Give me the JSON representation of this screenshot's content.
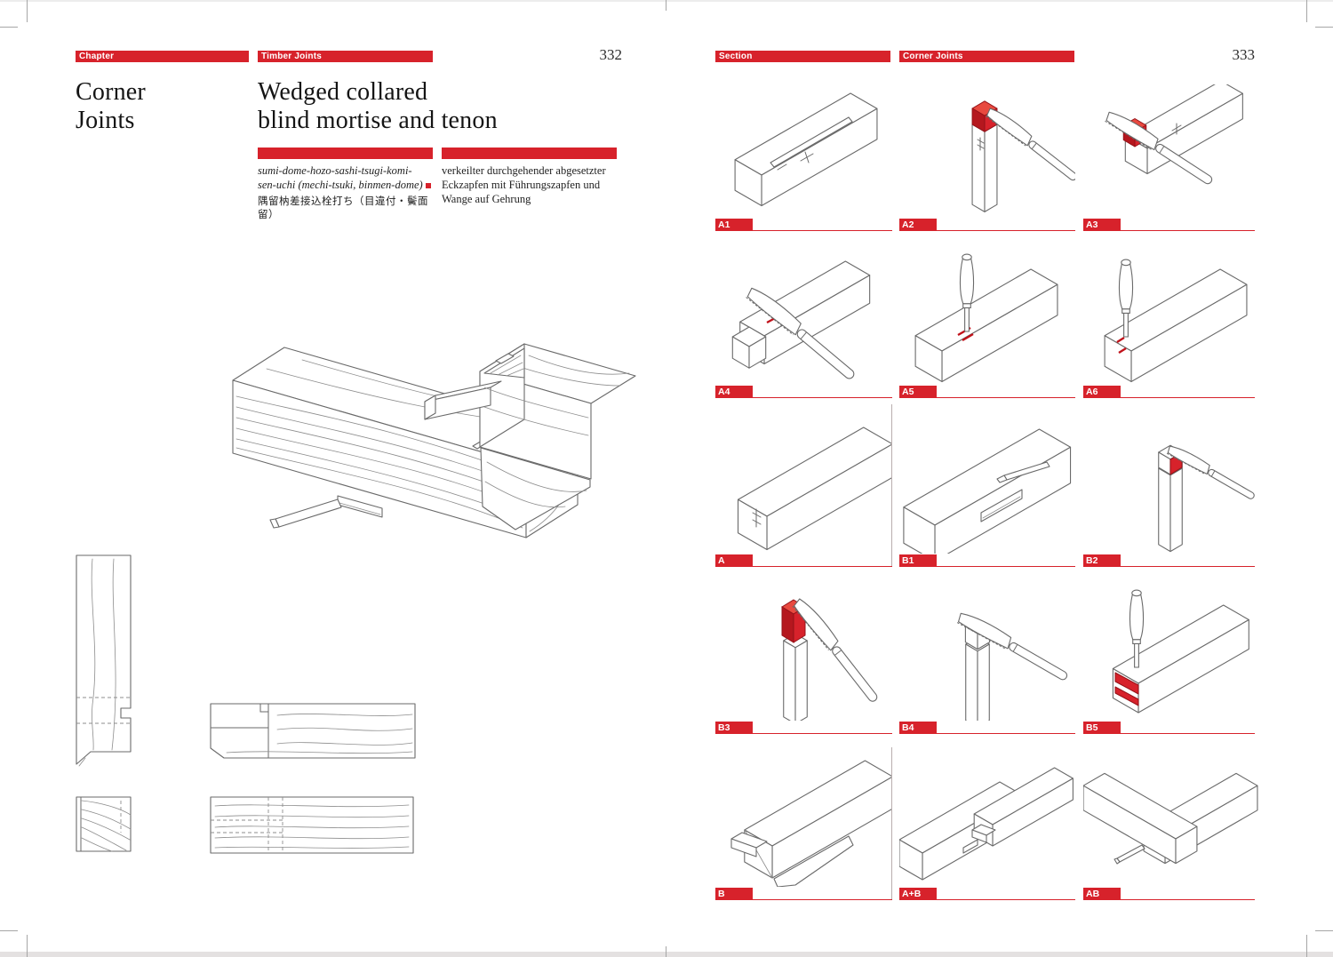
{
  "accent_color": "#d7222b",
  "divider_color": "#b9aeae",
  "left_page": {
    "tags": [
      "Chapter",
      "Timber Joints"
    ],
    "page_number": "332",
    "chapter_title_line1": "Corner",
    "chapter_title_line2": "Joints",
    "joint_title_line1": "Wedged collared",
    "joint_title_line2": "blind mortise and tenon",
    "romaji_line1": "sumi-dome-hozo-sashi-tsugi-komi-",
    "romaji_line2": "sen-uchi (mechi-tsuki, binmen-dome)",
    "japanese": "隅留枘差接込栓打ち（目違付・鬢面留）",
    "german_line1": "verkeilter durchgehender abgesetzter",
    "german_line2": "Eckzapfen mit Führungszapfen und",
    "german_line3": "Wange auf Gehrung"
  },
  "right_page": {
    "tags": [
      "Section",
      "Corner Joints"
    ],
    "page_number": "333",
    "steps": [
      "A1",
      "A2",
      "A3",
      "A4",
      "A5",
      "A6",
      "A",
      "B1",
      "B2",
      "B3",
      "B4",
      "B5",
      "B",
      "A+B",
      "AB"
    ]
  }
}
